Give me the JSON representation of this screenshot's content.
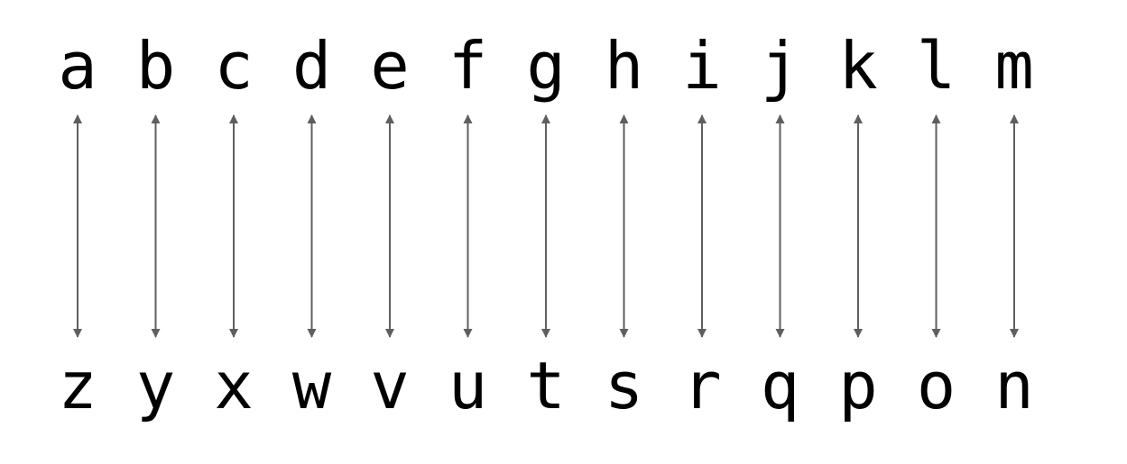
{
  "diagram": {
    "top_row": [
      "a",
      "b",
      "c",
      "d",
      "e",
      "f",
      "g",
      "h",
      "i",
      "j",
      "k",
      "l",
      "m"
    ],
    "bottom_row": [
      "z",
      "y",
      "x",
      "w",
      "v",
      "u",
      "t",
      "s",
      "r",
      "q",
      "p",
      "o",
      "n"
    ],
    "connector": "double-headed-arrow",
    "colors": {
      "text": "#000000",
      "arrow": "#5f5f5f",
      "background": "#ffffff"
    }
  }
}
